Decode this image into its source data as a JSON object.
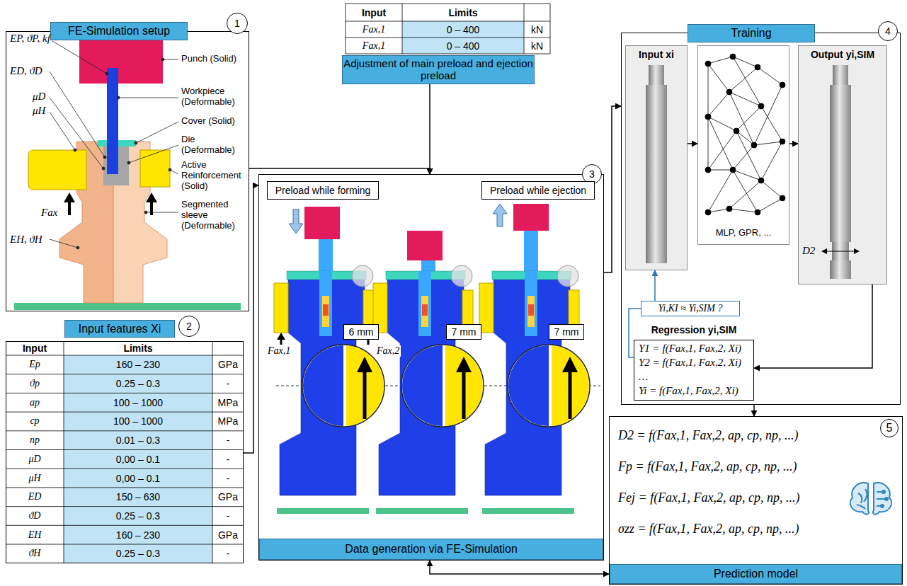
{
  "diagram": {
    "nodes": [
      {
        "text": [
          "FE-Simulation setup"
        ]
      },
      {
        "text": [
          "1"
        ],
        "in": 0
      },
      {
        "text": [
          "Adjustment of main preload and ejection preload"
        ]
      },
      {
        "text": [
          "Input features Xi"
        ]
      },
      {
        "text": [
          "2"
        ]
      },
      {
        "text": [
          "Data generation via FE-Simulation"
        ]
      },
      {
        "text": [
          "3"
        ],
        "in": 5
      },
      {
        "text": [
          "Preload while forming"
        ],
        "in": 5
      },
      {
        "text": [
          "Preload while ejection"
        ],
        "in": 5
      },
      {
        "text": [
          "6 mm"
        ],
        "in": 5
      },
      {
        "text": [
          "7 mm"
        ],
        "in": 5
      },
      {
        "text": [
          "7 mm"
        ],
        "in": 5
      },
      {
        "text": [
          "Training"
        ]
      },
      {
        "text": [
          "4"
        ],
        "in": 12
      },
      {
        "text": [
          "Input xi"
        ],
        "in": 12
      },
      {
        "text": [
          "MLP, GPR, ..."
        ],
        "in": 12
      },
      {
        "text": [
          "Output yi,SIM"
        ],
        "in": 12
      },
      {
        "text": [
          "Yi,KI ≈ Yi,SIM ?"
        ],
        "in": 12
      },
      {
        "text": [
          "Regression yi,SIM",
          "Y1 = f(Fax,1, Fax,2, Xi)",
          "Y2 = f(Fax,1, Fax,2, Xi)",
          "…",
          "Yi = f(Fax,1, Fax,2, Xi)"
        ],
        "in": 12
      },
      {
        "text": [
          "D2 = f(Fax,1, Fax,2, ap, cp, np, ...)",
          "Fp = f(Fax,1, Fax,2, ap, cp, np, ...)",
          "Fej = f(Fax,1, Fax,2, ap, cp, np, ...)",
          "σzz = f(Fax,1, Fax,2, ap, cp, np, ...)",
          "Prediction model"
        ]
      },
      {
        "text": [
          "5"
        ],
        "in": 19
      }
    ],
    "edges": [
      {
        "from": 0,
        "to": 5,
        "arrow": "to"
      },
      {
        "from": 2,
        "to": 5,
        "arrow": "to"
      },
      {
        "from": 3,
        "to": 5,
        "arrow": "to"
      },
      {
        "from": 5,
        "to": 12,
        "arrow": "to"
      },
      {
        "from": 14,
        "to": 15,
        "arrow": "to"
      },
      {
        "from": 15,
        "to": 16,
        "arrow": "to"
      },
      {
        "from": 16,
        "to": 18,
        "arrow": "to"
      },
      {
        "from": 18,
        "to": 17,
        "arrow": "none"
      },
      {
        "from": 17,
        "to": 14,
        "arrow": "to"
      },
      {
        "from": 12,
        "to": 19,
        "arrow": "to"
      },
      {
        "from": 19,
        "to": 5,
        "arrow": "both"
      }
    ],
    "labels": [
      "EP, ϑP, kf",
      "ED, ϑD",
      "μD",
      "μH",
      "Fax",
      "EH, ϑH",
      "Punch (Solid)",
      "Workpiece (Deformable)",
      "Cover (Solid)",
      "Die (Deformable)",
      "Active Reinforcement (Solid)",
      "Segmented sleeve (Deformable)",
      "Input",
      "Limits",
      "Fax,1",
      "0 – 400",
      "kN",
      "Fax,1",
      "0 – 400",
      "kN",
      "Input",
      "Limits",
      "Ep",
      "160 – 230",
      "GPa",
      "ϑp",
      "0.25 – 0.3",
      "-",
      "ap",
      "100 – 1000",
      "MPa",
      "cp",
      "100 – 1000",
      "MPa",
      "np",
      "0.01 – 0.3",
      "-",
      "μD",
      "0,00 – 0.1",
      "-",
      "μH",
      "0,00 – 0.1",
      "-",
      "ED",
      "150 – 630",
      "GPa",
      "ϑD",
      "0.25 – 0.3",
      "-",
      "EH",
      "160 – 230",
      "GPa",
      "ϑH",
      "0.25 – 0.3",
      "-",
      "Fax,1",
      "Fax,2",
      "D2"
    ]
  }
}
